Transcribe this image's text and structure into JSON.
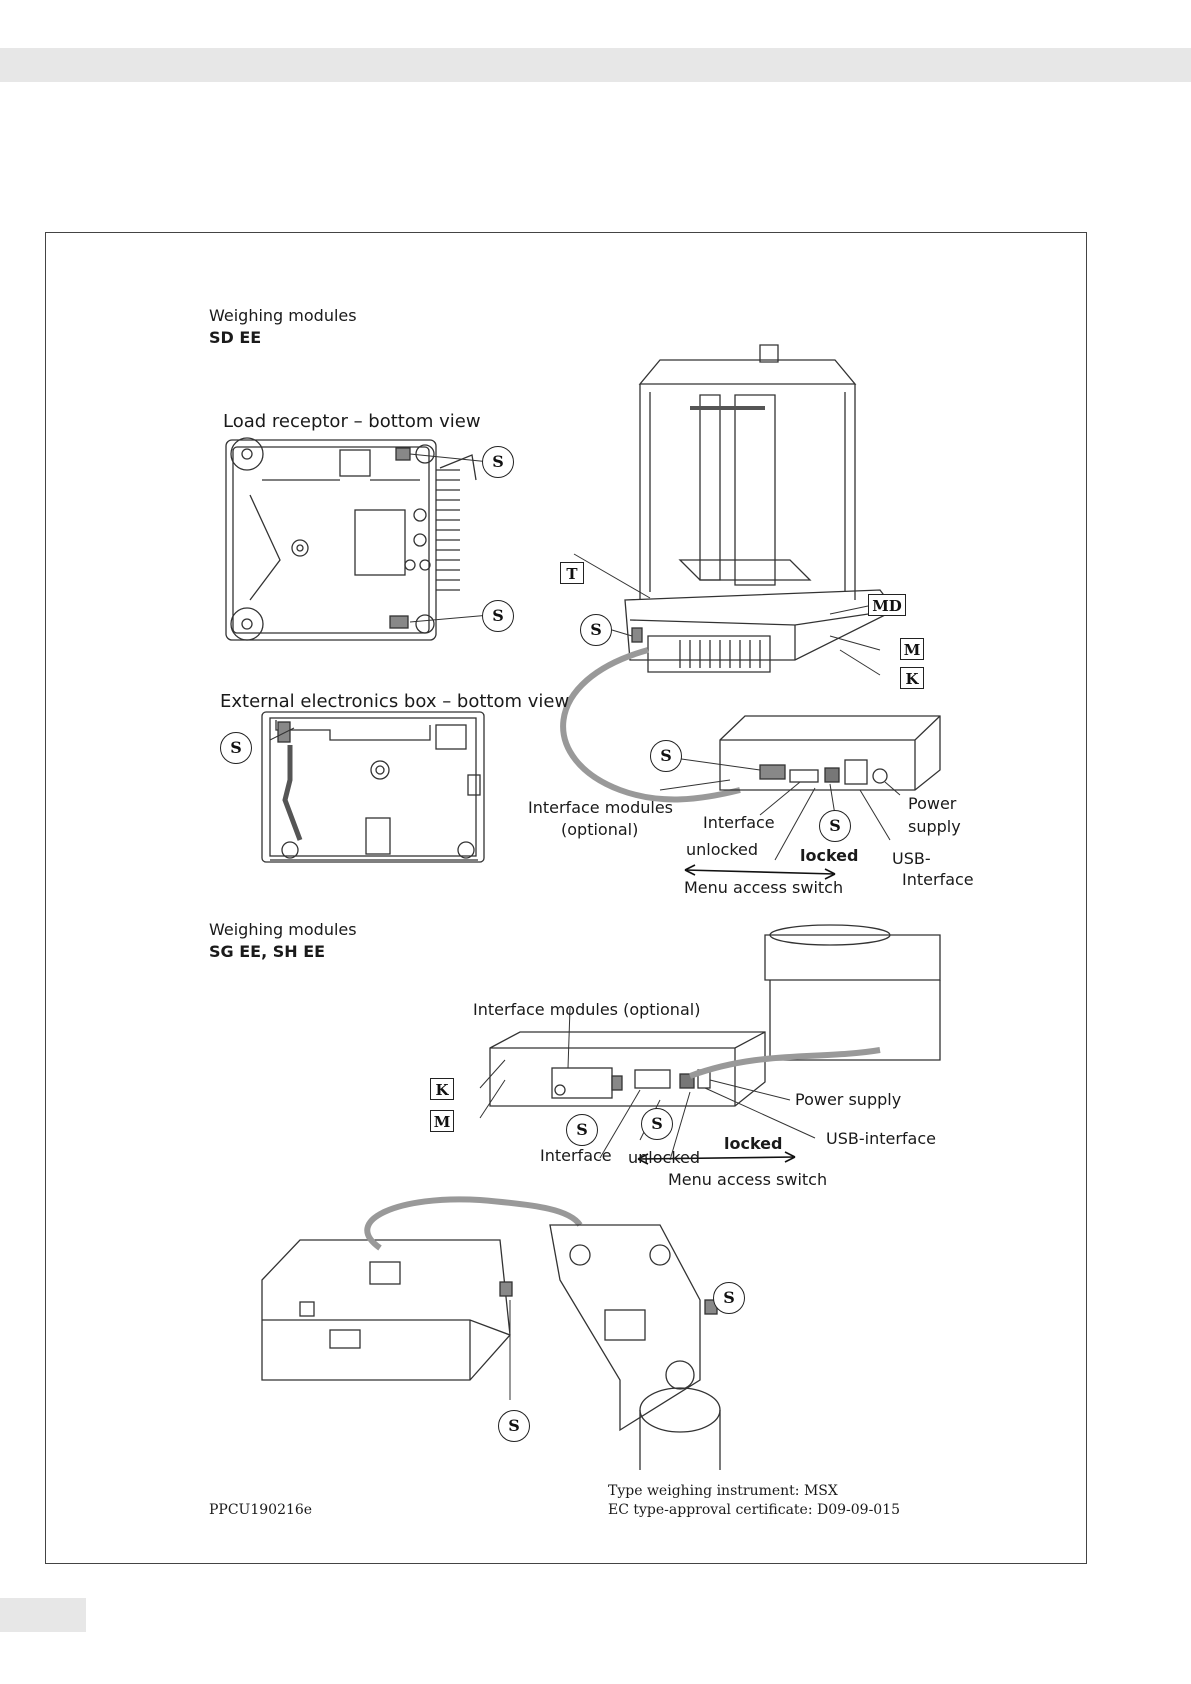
{
  "section1": {
    "heading": "Weighing modules",
    "models": "SD EE",
    "load_receptor_caption": "Load receptor – bottom view",
    "electronics_box_caption": "External electronics box – bottom view",
    "labels": {
      "t": "T",
      "md": "MD",
      "m": "M",
      "k": "K",
      "s": "S",
      "interface_modules": "Interface modules",
      "optional": "(optional)",
      "interface": "Interface",
      "power": "Power",
      "supply": "supply",
      "unlocked": "unlocked",
      "locked": "locked",
      "usb1": "USB-",
      "usb2": "Interface",
      "menu_access_switch": "Menu access switch"
    }
  },
  "section2": {
    "heading": "Weighing modules",
    "models": "SG EE, SH EE",
    "labels": {
      "interface_modules": "Interface modules (optional)",
      "k": "K",
      "m": "M",
      "s": "S",
      "power_supply": "Power supply",
      "usb_interface": "USB-interface",
      "interface": "Interface",
      "unlocked": "unlocked",
      "locked": "locked",
      "menu_access_switch": "Menu access switch"
    }
  },
  "footer": {
    "code": "PPCU190216e",
    "type_instrument": "Type weighing instrument: MSX",
    "ec_certificate": "EC type-approval certificate: D09-09-015"
  }
}
